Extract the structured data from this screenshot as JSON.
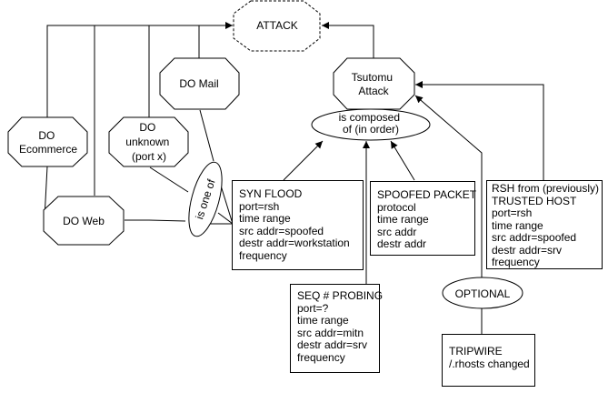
{
  "nodes": {
    "attack": "ATTACK",
    "tsutomu": [
      "Tsutomu",
      "Attack"
    ],
    "do_mail": "DO Mail",
    "do_ecommerce": [
      "DO",
      "Ecommerce"
    ],
    "do_unknown": [
      "DO",
      "unknown",
      "(port x)"
    ],
    "do_web": "DO Web",
    "is_one_of": "is one of",
    "is_composed_of": [
      "is composed",
      "of (in order)"
    ],
    "optional": "OPTIONAL"
  },
  "boxes": {
    "syn_flood": [
      "SYN FLOOD",
      "port=rsh",
      "time range",
      "src addr=spoofed",
      "destr addr=workstation",
      "frequency"
    ],
    "spoofed_packet": [
      "SPOOFED PACKET",
      "protocol",
      "time range",
      "src addr",
      "destr addr"
    ],
    "rsh_trusted": [
      "RSH from (previously)",
      "TRUSTED HOST",
      "port=rsh",
      "time range",
      "src addr=spoofed",
      "destr addr=srv",
      "frequency"
    ],
    "seq_probing": [
      "SEQ # PROBING",
      "port=?",
      "time range",
      "src addr=mitn",
      "destr addr=srv",
      "frequency"
    ],
    "tripwire": [
      "TRIPWIRE",
      "/.rhosts changed"
    ]
  },
  "colors": {
    "stroke": "#000000",
    "background": "#ffffff"
  }
}
